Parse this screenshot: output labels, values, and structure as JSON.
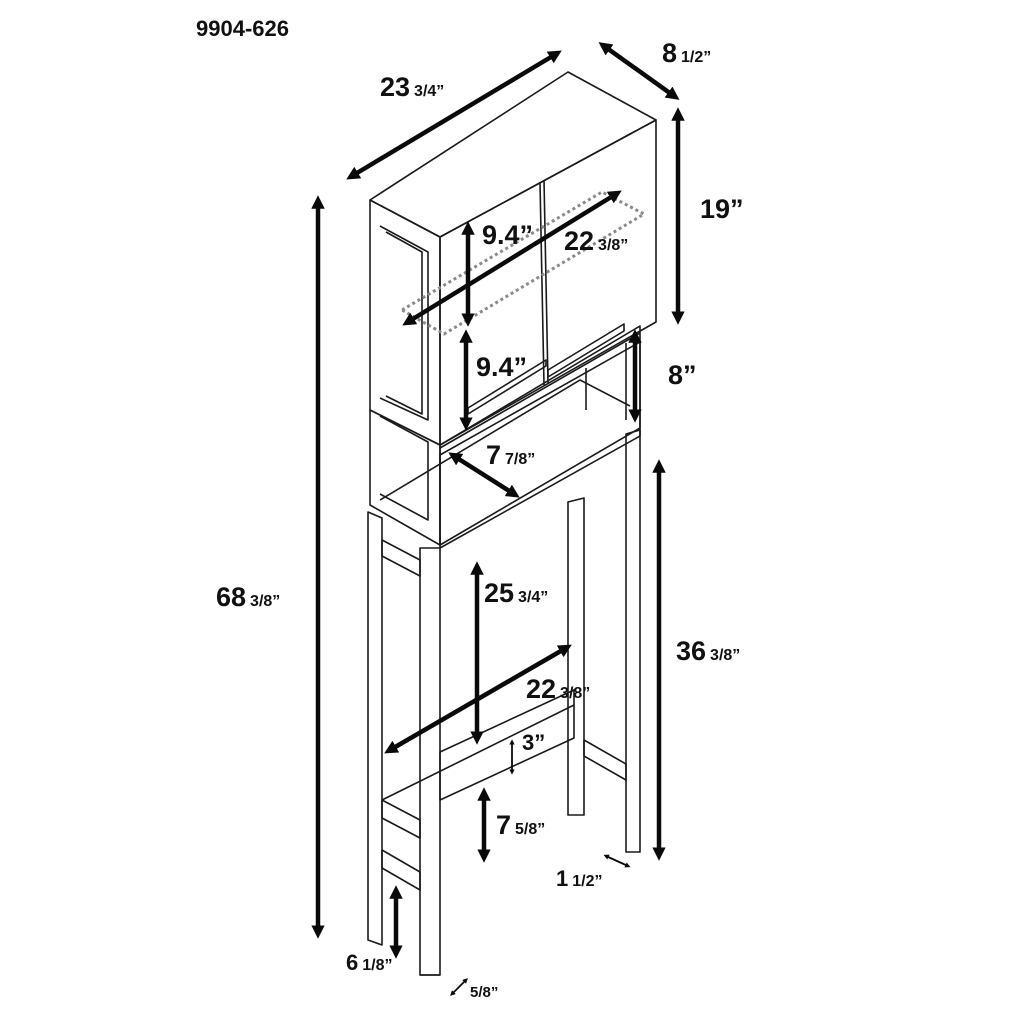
{
  "model_number": "9904-626",
  "colors": {
    "line": "#1a1a1a",
    "dimension_arrow": "#0a0a0a",
    "dotted_outline": "#8a8a8a",
    "background": "#ffffff"
  },
  "dimensions": [
    {
      "id": "overall-width",
      "value": "23",
      "fraction": "3/4”"
    },
    {
      "id": "depth",
      "value": "8",
      "fraction": "1/2”"
    },
    {
      "id": "cabinet-height",
      "value": "19”",
      "fraction": ""
    },
    {
      "id": "shelf-height-upper",
      "value": "9.4”",
      "fraction": ""
    },
    {
      "id": "cabinet-inner-width",
      "value": "22",
      "fraction": "3/8”"
    },
    {
      "id": "shelf-height-lower",
      "value": "9.4”",
      "fraction": ""
    },
    {
      "id": "open-shelf-height",
      "value": "8”",
      "fraction": ""
    },
    {
      "id": "open-shelf-depth",
      "value": "7",
      "fraction": "7/8”"
    },
    {
      "id": "overall-height",
      "value": "68",
      "fraction": "3/8”"
    },
    {
      "id": "toilet-clearance-height",
      "value": "25",
      "fraction": "3/4”"
    },
    {
      "id": "leg-height",
      "value": "36",
      "fraction": "3/8”"
    },
    {
      "id": "inner-width-between-legs",
      "value": "22",
      "fraction": "3/8”"
    },
    {
      "id": "crossbar-height",
      "value": "3”",
      "fraction": ""
    },
    {
      "id": "crossbar-floor-gap",
      "value": "7",
      "fraction": "5/8”"
    },
    {
      "id": "leg-thickness",
      "value": "1",
      "fraction": "1/2”"
    },
    {
      "id": "foot-height",
      "value": "6",
      "fraction": "1/8”"
    },
    {
      "id": "leg-depth",
      "value": "",
      "fraction": "5/8”"
    }
  ]
}
